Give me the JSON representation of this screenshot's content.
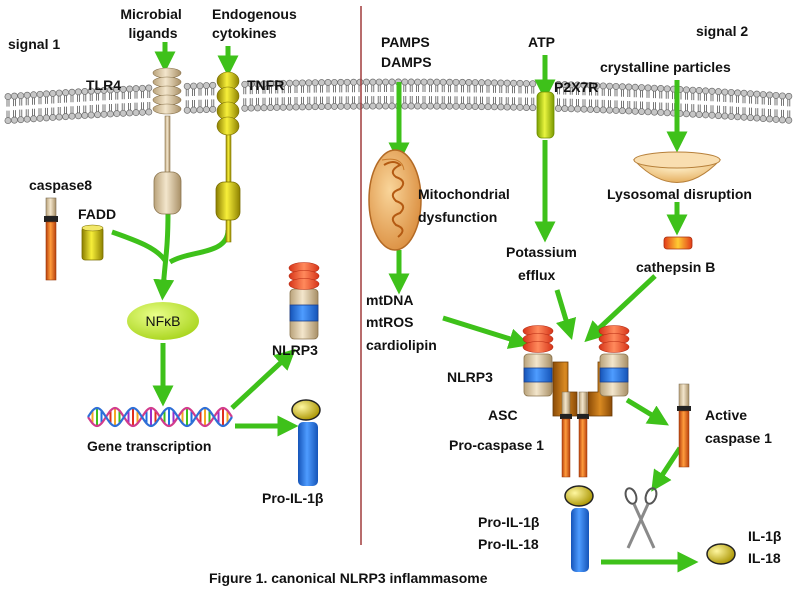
{
  "figure": {
    "caption": "Figure 1. canonical NLRP3 inflammasome",
    "signal1": "signal 1",
    "signal2": "signal 2"
  },
  "signal1": {
    "microbial_ligands": [
      "Microbial",
      "ligands"
    ],
    "endogenous_cytokines": [
      "Endogenous",
      "cytokines"
    ],
    "tlr4": "TLR4",
    "tnfr": "TNFR",
    "caspase8": "caspase8",
    "fadd": "FADD",
    "nfkb": "NFκB",
    "nlrp3": "NLRP3",
    "gene_transcription": "Gene transcription",
    "pro_il1b": "Pro-IL-1β"
  },
  "signal2": {
    "pamps": "PAMPS",
    "damps": "DAMPS",
    "atp": "ATP",
    "p2x7r": "P2X7R",
    "crystalline": "crystalline particles",
    "mito": [
      "Mitochondrial",
      "dysfunction"
    ],
    "lysosomal": "Lysosomal disruption",
    "potassium": [
      "Potassium",
      "efflux"
    ],
    "cathepsin": "cathepsin B",
    "mt": [
      "mtDNA",
      "mtROS",
      "cardiolipin"
    ],
    "nlrp3": "NLRP3",
    "asc": "ASC",
    "pro_casp1": "Pro-caspase 1",
    "active_casp1": [
      "Active",
      "caspase 1"
    ],
    "pro_cytokines": [
      "Pro-IL-1β",
      "Pro-IL-18"
    ],
    "mature_cytokines": [
      "IL-1β",
      "IL-18"
    ]
  },
  "colors": {
    "arrow": "#3ec11a",
    "divider": "#a03c3c",
    "membrane_head": "#bdbdbd",
    "tan": "#e7d2ad",
    "yellow": "#e6d200",
    "orange": "#ef5a2a",
    "blue": "#1f6fe0",
    "brown": "#b5650f",
    "nfkb": "#c6e84a"
  }
}
